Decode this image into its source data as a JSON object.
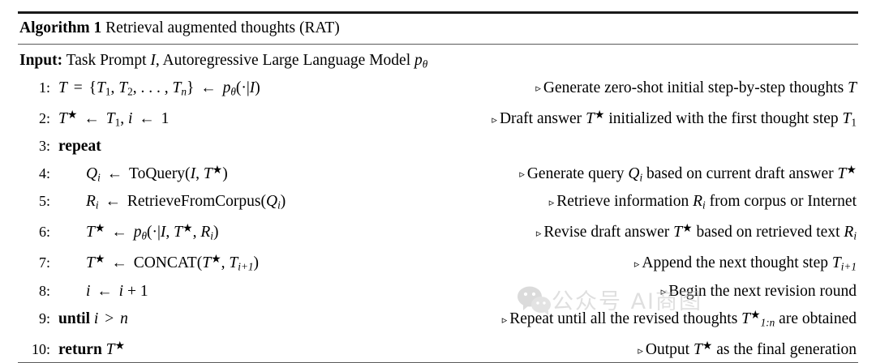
{
  "figure": {
    "label": "Algorithm 1",
    "title": "Retrieval augmented thoughts (RAT)",
    "input_label": "Input:",
    "input_text_a": "Task Prompt ",
    "input_var_I": "I",
    "input_text_b": ", Autoregressive Large Language Model ",
    "input_var_p": "p",
    "input_var_theta": "θ",
    "comment_marker": "▹"
  },
  "lines": [
    {
      "number": "1",
      "indent": 0,
      "code_parts": [
        {
          "t": "T",
          "s": "mi"
        },
        {
          "t": " = ",
          "s": "op"
        },
        {
          "t": "{",
          "s": "mup"
        },
        {
          "t": "T",
          "s": "mi"
        },
        {
          "t": "1",
          "s": "sub-up"
        },
        {
          "t": ", ",
          "s": "mup"
        },
        {
          "t": "T",
          "s": "mi"
        },
        {
          "t": "2",
          "s": "sub-up"
        },
        {
          "t": ", . . . , ",
          "s": "mup"
        },
        {
          "t": "T",
          "s": "mi"
        },
        {
          "t": "n",
          "s": "sub"
        },
        {
          "t": "}",
          "s": "mup"
        },
        {
          "t": " ← ",
          "s": "op"
        },
        {
          "t": "p",
          "s": "mi"
        },
        {
          "t": "θ",
          "s": "sub"
        },
        {
          "t": "(·|",
          "s": "mup"
        },
        {
          "t": "I",
          "s": "mi"
        },
        {
          "t": ")",
          "s": "mup"
        }
      ],
      "comment_parts": [
        {
          "t": "Generate zero-shot initial step-by-step thoughts ",
          "s": "mup"
        },
        {
          "t": "T",
          "s": "mi"
        }
      ]
    },
    {
      "number": "2",
      "indent": 0,
      "code_parts": [
        {
          "t": "T",
          "s": "mi"
        },
        {
          "t": "★",
          "s": "star"
        },
        {
          "t": " ← ",
          "s": "op"
        },
        {
          "t": "T",
          "s": "mi"
        },
        {
          "t": "1",
          "s": "sub-up"
        },
        {
          "t": ", ",
          "s": "mup"
        },
        {
          "t": "i",
          "s": "mi"
        },
        {
          "t": " ← ",
          "s": "op"
        },
        {
          "t": "1",
          "s": "mup"
        }
      ],
      "comment_parts": [
        {
          "t": "Draft answer ",
          "s": "mup"
        },
        {
          "t": "T",
          "s": "mi"
        },
        {
          "t": "★",
          "s": "star"
        },
        {
          "t": " initialized with the first thought step ",
          "s": "mup"
        },
        {
          "t": "T",
          "s": "mi"
        },
        {
          "t": "1",
          "s": "sub-up"
        }
      ]
    },
    {
      "number": "3",
      "indent": 0,
      "code_parts": [
        {
          "t": "repeat",
          "s": "kw"
        }
      ],
      "comment_parts": []
    },
    {
      "number": "4",
      "indent": 1,
      "code_parts": [
        {
          "t": "Q",
          "s": "mi"
        },
        {
          "t": "i",
          "s": "sub"
        },
        {
          "t": " ← ",
          "s": "op"
        },
        {
          "t": "ToQuery(",
          "s": "mup"
        },
        {
          "t": "I",
          "s": "mi"
        },
        {
          "t": ", ",
          "s": "mup"
        },
        {
          "t": "T",
          "s": "mi"
        },
        {
          "t": "★",
          "s": "star"
        },
        {
          "t": ")",
          "s": "mup"
        }
      ],
      "comment_parts": [
        {
          "t": "Generate query ",
          "s": "mup"
        },
        {
          "t": "Q",
          "s": "mi"
        },
        {
          "t": "i",
          "s": "sub"
        },
        {
          "t": " based on current draft answer ",
          "s": "mup"
        },
        {
          "t": "T",
          "s": "mi"
        },
        {
          "t": "★",
          "s": "star"
        }
      ]
    },
    {
      "number": "5",
      "indent": 1,
      "code_parts": [
        {
          "t": "R",
          "s": "mi"
        },
        {
          "t": "i",
          "s": "sub"
        },
        {
          "t": " ← ",
          "s": "op"
        },
        {
          "t": "RetrieveFromCorpus(",
          "s": "mup"
        },
        {
          "t": "Q",
          "s": "mi"
        },
        {
          "t": "i",
          "s": "sub"
        },
        {
          "t": ")",
          "s": "mup"
        }
      ],
      "comment_parts": [
        {
          "t": "Retrieve information ",
          "s": "mup"
        },
        {
          "t": "R",
          "s": "mi"
        },
        {
          "t": "i",
          "s": "sub"
        },
        {
          "t": " from corpus or Internet",
          "s": "mup"
        }
      ]
    },
    {
      "number": "6",
      "indent": 1,
      "code_parts": [
        {
          "t": "T",
          "s": "mi"
        },
        {
          "t": "★",
          "s": "star"
        },
        {
          "t": " ← ",
          "s": "op"
        },
        {
          "t": "p",
          "s": "mi"
        },
        {
          "t": "θ",
          "s": "sub"
        },
        {
          "t": "(·|",
          "s": "mup"
        },
        {
          "t": "I",
          "s": "mi"
        },
        {
          "t": ", ",
          "s": "mup"
        },
        {
          "t": "T",
          "s": "mi"
        },
        {
          "t": "★",
          "s": "star"
        },
        {
          "t": ", ",
          "s": "mup"
        },
        {
          "t": "R",
          "s": "mi"
        },
        {
          "t": "i",
          "s": "sub"
        },
        {
          "t": ")",
          "s": "mup"
        }
      ],
      "comment_parts": [
        {
          "t": "Revise draft answer ",
          "s": "mup"
        },
        {
          "t": "T",
          "s": "mi"
        },
        {
          "t": "★",
          "s": "star"
        },
        {
          "t": " based on retrieved text ",
          "s": "mup"
        },
        {
          "t": "R",
          "s": "mi"
        },
        {
          "t": "i",
          "s": "sub"
        }
      ]
    },
    {
      "number": "7",
      "indent": 1,
      "code_parts": [
        {
          "t": "T",
          "s": "mi"
        },
        {
          "t": "★",
          "s": "star"
        },
        {
          "t": " ← ",
          "s": "op"
        },
        {
          "t": "CONCAT(",
          "s": "mup"
        },
        {
          "t": "T",
          "s": "mi"
        },
        {
          "t": "★",
          "s": "star"
        },
        {
          "t": ", ",
          "s": "mup"
        },
        {
          "t": "T",
          "s": "mi"
        },
        {
          "t": "i+1",
          "s": "sub"
        },
        {
          "t": ")",
          "s": "mup"
        }
      ],
      "comment_parts": [
        {
          "t": "Append the next thought step ",
          "s": "mup"
        },
        {
          "t": "T",
          "s": "mi"
        },
        {
          "t": "i+1",
          "s": "sub"
        }
      ]
    },
    {
      "number": "8",
      "indent": 1,
      "code_parts": [
        {
          "t": "i",
          "s": "mi"
        },
        {
          "t": " ← ",
          "s": "op"
        },
        {
          "t": "i",
          "s": "mi"
        },
        {
          "t": " + 1",
          "s": "mup"
        }
      ],
      "comment_parts": [
        {
          "t": "Begin the next revision round",
          "s": "mup"
        }
      ]
    },
    {
      "number": "9",
      "indent": 0,
      "code_parts": [
        {
          "t": "until",
          "s": "kw"
        },
        {
          "t": " ",
          "s": "mup"
        },
        {
          "t": "i",
          "s": "mi"
        },
        {
          "t": " > ",
          "s": "op"
        },
        {
          "t": "n",
          "s": "mi"
        }
      ],
      "comment_parts": [
        {
          "t": "Repeat until all the revised thoughts ",
          "s": "mup"
        },
        {
          "t": "T",
          "s": "mi"
        },
        {
          "t": "★",
          "s": "star"
        },
        {
          "t": "1:n",
          "s": "sub"
        },
        {
          "t": " are obtained",
          "s": "mup"
        }
      ]
    },
    {
      "number": "10",
      "indent": 0,
      "code_parts": [
        {
          "t": "return",
          "s": "kw"
        },
        {
          "t": " ",
          "s": "mup"
        },
        {
          "t": "T",
          "s": "mi"
        },
        {
          "t": "★",
          "s": "star"
        }
      ],
      "comment_parts": [
        {
          "t": "Output ",
          "s": "mup"
        },
        {
          "t": "T",
          "s": "mi"
        },
        {
          "t": "★",
          "s": "star"
        },
        {
          "t": " as the final generation",
          "s": "mup"
        }
      ]
    }
  ],
  "watermark": {
    "text": "公众号 AI商图",
    "logo": "wechat-logo",
    "color": "#b9b9b9"
  }
}
